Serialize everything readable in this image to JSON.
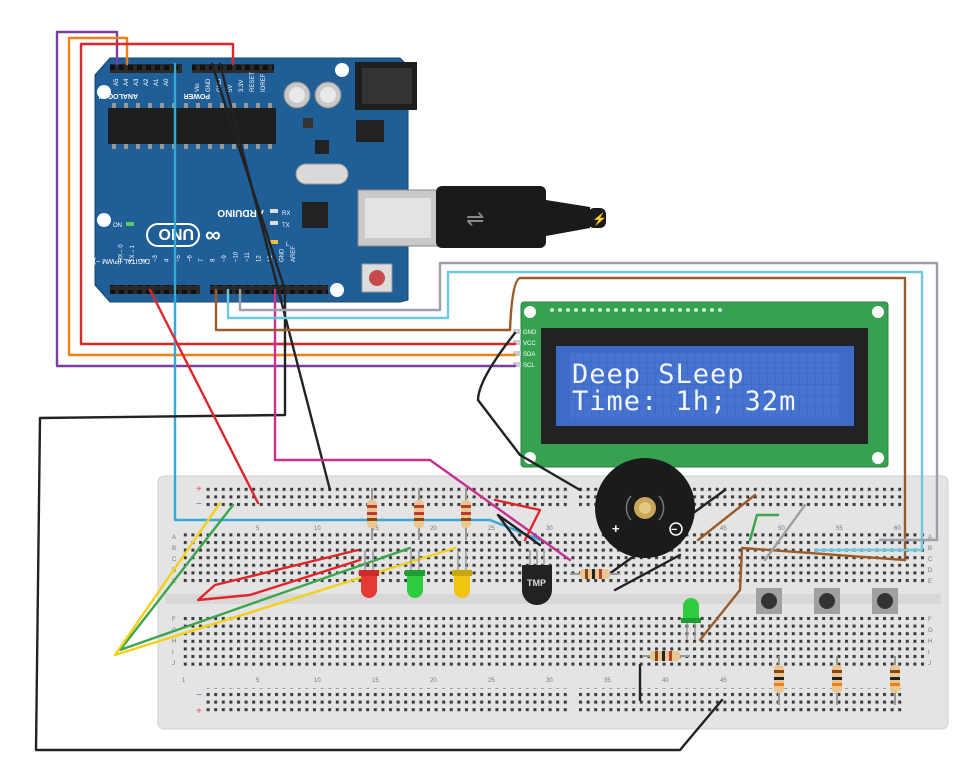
{
  "arduino": {
    "model_label": "UNO",
    "brand_label": "ARDUINO",
    "analog_header": "ANALOG IN",
    "power_header": "POWER",
    "digital_header": "DIGITAL (PWM ~)",
    "analog_pins": [
      "A5",
      "A4",
      "A3",
      "A2",
      "A1",
      "A0"
    ],
    "power_pins": [
      "GND",
      "GND",
      "5V",
      "3.3V",
      "RESET",
      "IOREF"
    ],
    "vin_label": "Vin",
    "digital_pins": [
      "AREF",
      "GND",
      "13",
      "12",
      "~11",
      "~10",
      "~9",
      "8",
      "7",
      "~6",
      "~5",
      "4",
      "~3",
      "2",
      "TX→1",
      "RX←0"
    ],
    "on_label": "ON",
    "tx_label": "TX",
    "rx_label": "RX",
    "l_label": "L"
  },
  "lcd": {
    "pins": [
      "GND",
      "VCC",
      "SDA",
      "SCL"
    ],
    "line1": "Deep SLeep",
    "line2": "Time: 1h; 32m",
    "backlight_color": "#3e6bc8"
  },
  "breadboard": {
    "column_numbers_top": [
      "5",
      "10",
      "15",
      "20",
      "25",
      "30",
      "35",
      "40",
      "45",
      "50",
      "55",
      "60"
    ],
    "column_numbers_bottom": [
      "1",
      "5",
      "10",
      "15",
      "20",
      "25",
      "30",
      "35",
      "40",
      "45"
    ],
    "row_letters_top": [
      "A",
      "B",
      "C",
      "D",
      "E"
    ],
    "row_letters_bottom": [
      "F",
      "G",
      "H",
      "I",
      "J"
    ],
    "rail_plus": "+",
    "rail_minus": "−"
  },
  "components": {
    "temp_sensor_label": "TMP",
    "buzzer_plus": "+",
    "buzzer_minus": "−"
  },
  "colors": {
    "board_blue": "#1f5e96",
    "wire_red": "#e0262a",
    "wire_orange": "#f07f16",
    "wire_purple": "#7b3fa0",
    "wire_cyan": "#35a8d3",
    "wire_black": "#222222",
    "wire_green": "#3aa54a",
    "wire_yellow": "#f3d11a",
    "wire_brown": "#9a5b2a",
    "wire_magenta": "#c7308f",
    "wire_gray": "#9aa0a6",
    "wire_lightblue": "#6cc9df"
  }
}
